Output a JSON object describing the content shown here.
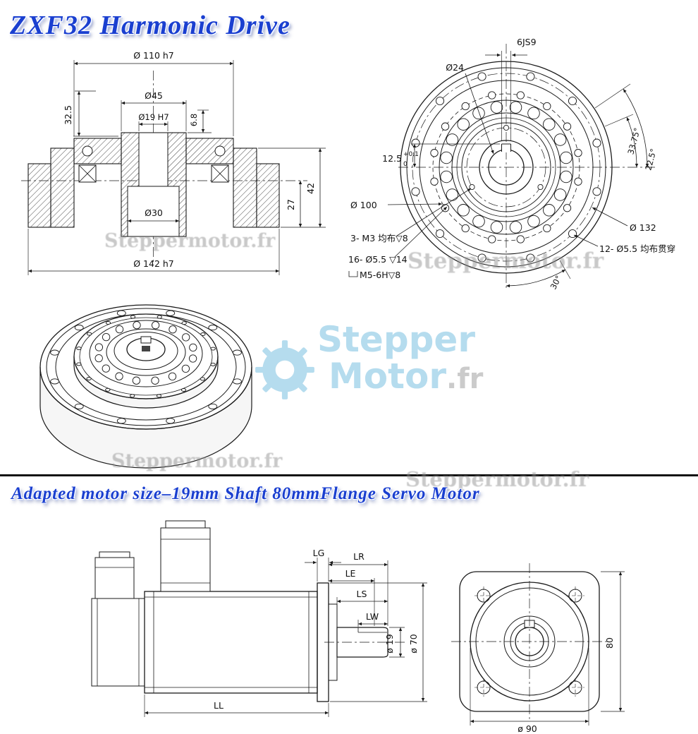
{
  "titles": {
    "main": "ZXF32 Harmonic Drive",
    "sub": "Adapted motor size–19mm Shaft  80mmFlange Servo Motor"
  },
  "watermark": {
    "site": "Steppermotor.fr",
    "logo_word1": "Stepper",
    "logo_word2": "Motor",
    "logo_tld": ".fr"
  },
  "colors": {
    "title_blue": "#1a3fd0",
    "logo_blue": "#a9d6ec",
    "line_color": "#1a1a1a",
    "watermark_gray": "#8f8f8f"
  },
  "section_view": {
    "dia110": "Ø 110 h7",
    "dim32_5": "32.5",
    "dia45": "Ø45",
    "dia19": "Ø19 H7",
    "dim6_8": "6.8",
    "dia30": "Ø30",
    "dia142": "Ø 142 h7",
    "dim27": "27",
    "dim42": "42"
  },
  "front_view": {
    "keyway": "6JS9",
    "dia24": "Ø24",
    "dim12_5": "12.5",
    "tol_upper": "+0.1",
    "tol_lower": "0",
    "dia100": "Ø 100",
    "note_m3": "3- M3 均布▽8",
    "note_16holes": "16- Ø5.5 ▽14",
    "note_m5": "M5-6H▽8",
    "note_12holes": "12- Ø5.5 均布贯穿",
    "dia132": "Ø 132",
    "angle_33_75": "33.75°",
    "angle_22_5": "22.5°",
    "angle_30": "30°"
  },
  "motor_side": {
    "lg": "LG",
    "lr": "LR",
    "le": "LE",
    "ls": "LS",
    "lw": "LW",
    "dia19": "ø 19",
    "dia70": "ø 70",
    "ll": "LL"
  },
  "motor_front": {
    "dim80": "80",
    "dia90": "ø 90"
  }
}
